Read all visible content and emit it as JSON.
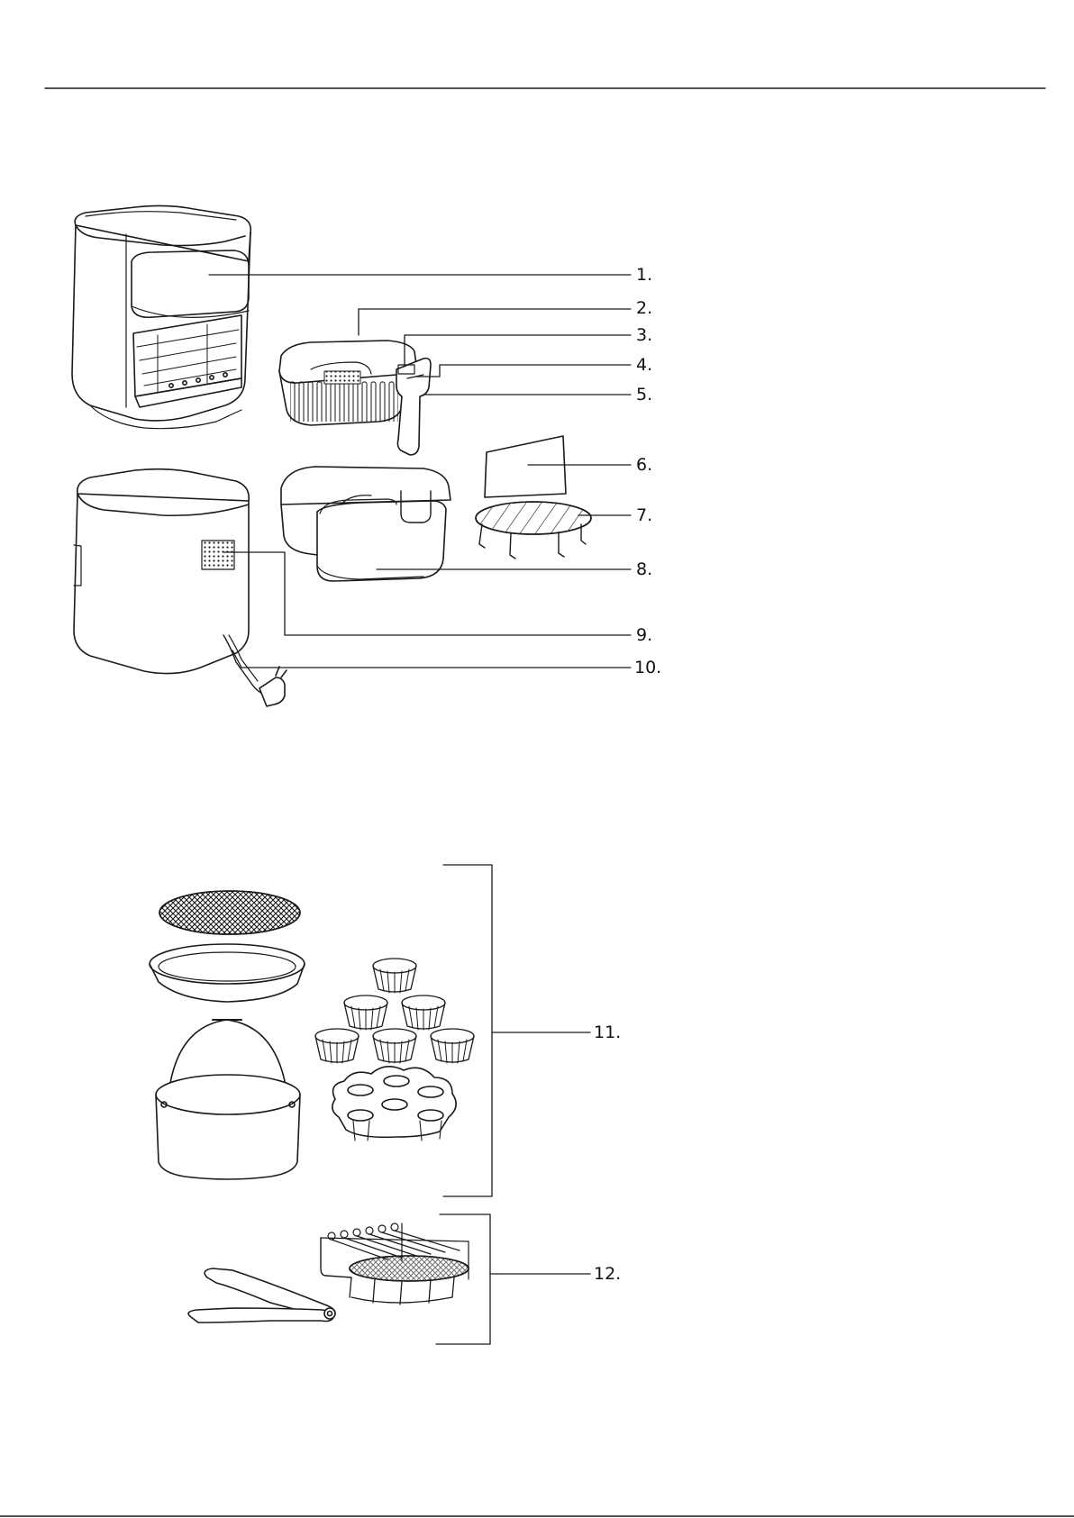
{
  "labels": {
    "l1": "1.",
    "l2": "2.",
    "l3": "3.",
    "l4": "4.",
    "l5": "5.",
    "l6": "6.",
    "l7": "7.",
    "l8": "8.",
    "l9": "9.",
    "l10": "10.",
    "l11": "11.",
    "l12": "12."
  },
  "colors": {
    "ink": "#1a1a1a",
    "paper": "#ffffff"
  }
}
